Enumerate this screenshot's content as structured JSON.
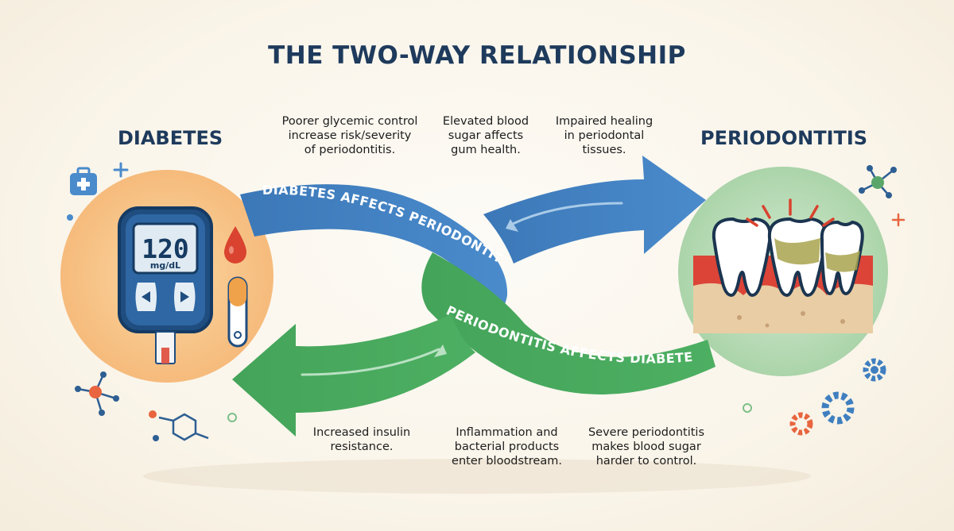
{
  "title": "THE TWO-WAY RELATIONSHIP",
  "left_label": "DIABETES",
  "right_label": "PERIODONTITIS",
  "top_arrow_label": "DIABETES AFFECTS PERIODONTITIS",
  "bottom_arrow_label": "PERIODONTITIS AFFECTS DIABETES",
  "top_notes": [
    "Poorer glycemic control\nincrease risk/severity\nof periodontitis.",
    "Elevated blood\nsugar affects\ngum health.",
    "Impaired healing\nin periodontal\ntissues."
  ],
  "bottom_notes": [
    "Increased insulin\nresistance.",
    "Inflammation and\nbacterial products\nenter bloodstream.",
    "Severe periodontitis\nmakes blood sugar\nharder to control."
  ],
  "meter": {
    "value": "120",
    "unit": "mg/dL"
  },
  "icons": [
    "glucose-meter-icon",
    "blood-drop-icon",
    "test-strip-icon",
    "medical-kit-icon",
    "tooth-icon",
    "molecule-icon",
    "gear-icon"
  ],
  "colors": {
    "title": "#1e3a5c",
    "blue_arrow": "#3f7fc0",
    "green_arrow": "#46a55c",
    "diabetes_circle": "#f7c489",
    "periodontitis_circle": "#b6dab5"
  }
}
